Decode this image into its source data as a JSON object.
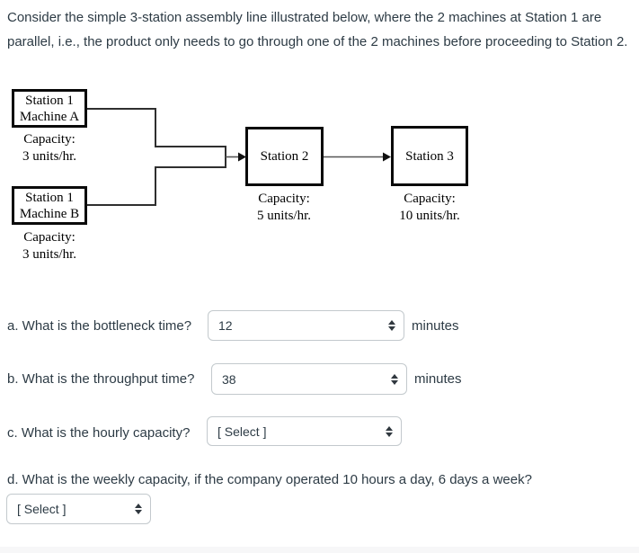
{
  "intro": {
    "text": "Consider the simple 3-station assembly line illustrated below, where the 2 machines at Station 1 are parallel, i.e., the product only needs to go through one of the 2 machines before proceeding to Station 2."
  },
  "diagram": {
    "station1_machine_a": {
      "name_line1": "Station 1",
      "name_line2": "Machine A",
      "capacity_line1": "Capacity:",
      "capacity_line2": "3 units/hr."
    },
    "station1_machine_b": {
      "name_line1": "Station 1",
      "name_line2": "Machine B",
      "capacity_line1": "Capacity:",
      "capacity_line2": "3 units/hr."
    },
    "station2": {
      "name": "Station 2",
      "capacity_line1": "Capacity:",
      "capacity_line2": "5 units/hr."
    },
    "station3": {
      "name": "Station 3",
      "capacity_line1": "Capacity:",
      "capacity_line2": "10 units/hr."
    }
  },
  "questions": {
    "a": {
      "label": "a. What is the bottleneck time?",
      "selected_value": "12",
      "suffix": "minutes"
    },
    "b": {
      "label": "b. What is the throughput time?",
      "selected_value": "38",
      "suffix": "minutes"
    },
    "c": {
      "label": "c. What is the hourly capacity?",
      "selected_value": "[ Select ]"
    },
    "d": {
      "label": "d. What is the weekly capacity, if the company operated 10 hours a day, 6 days a week?",
      "selected_value": "[ Select ]"
    }
  },
  "colors": {
    "body_text": "#2D3B45",
    "diagram_text": "#000000",
    "box_border": "#0a0a0a",
    "select_border": "#c3c9cd",
    "connector_line": "#2f2f2f",
    "arrow_line": "#555555",
    "arrow_head": "#111111"
  }
}
